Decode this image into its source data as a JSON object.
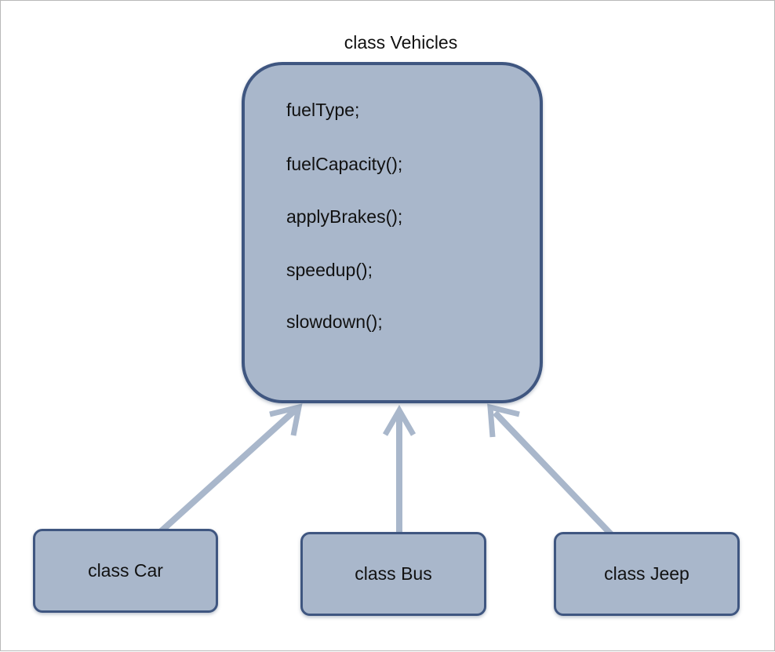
{
  "diagram": {
    "parent": {
      "title": "class Vehicles",
      "members": [
        "fuelType;",
        "fuelCapacity();",
        "applyBrakes();",
        "speedup();",
        "slowdown();"
      ]
    },
    "children": [
      {
        "id": "car",
        "label": "class Car"
      },
      {
        "id": "bus",
        "label": "class Bus"
      },
      {
        "id": "jeep",
        "label": "class Jeep"
      }
    ],
    "relationships": [
      {
        "from": "car",
        "to": "parent"
      },
      {
        "from": "bus",
        "to": "parent"
      },
      {
        "from": "jeep",
        "to": "parent"
      }
    ],
    "colors": {
      "box_fill": "#a9b7cb",
      "box_border": "#3f5680",
      "arrow": "#a9b7cb"
    }
  }
}
